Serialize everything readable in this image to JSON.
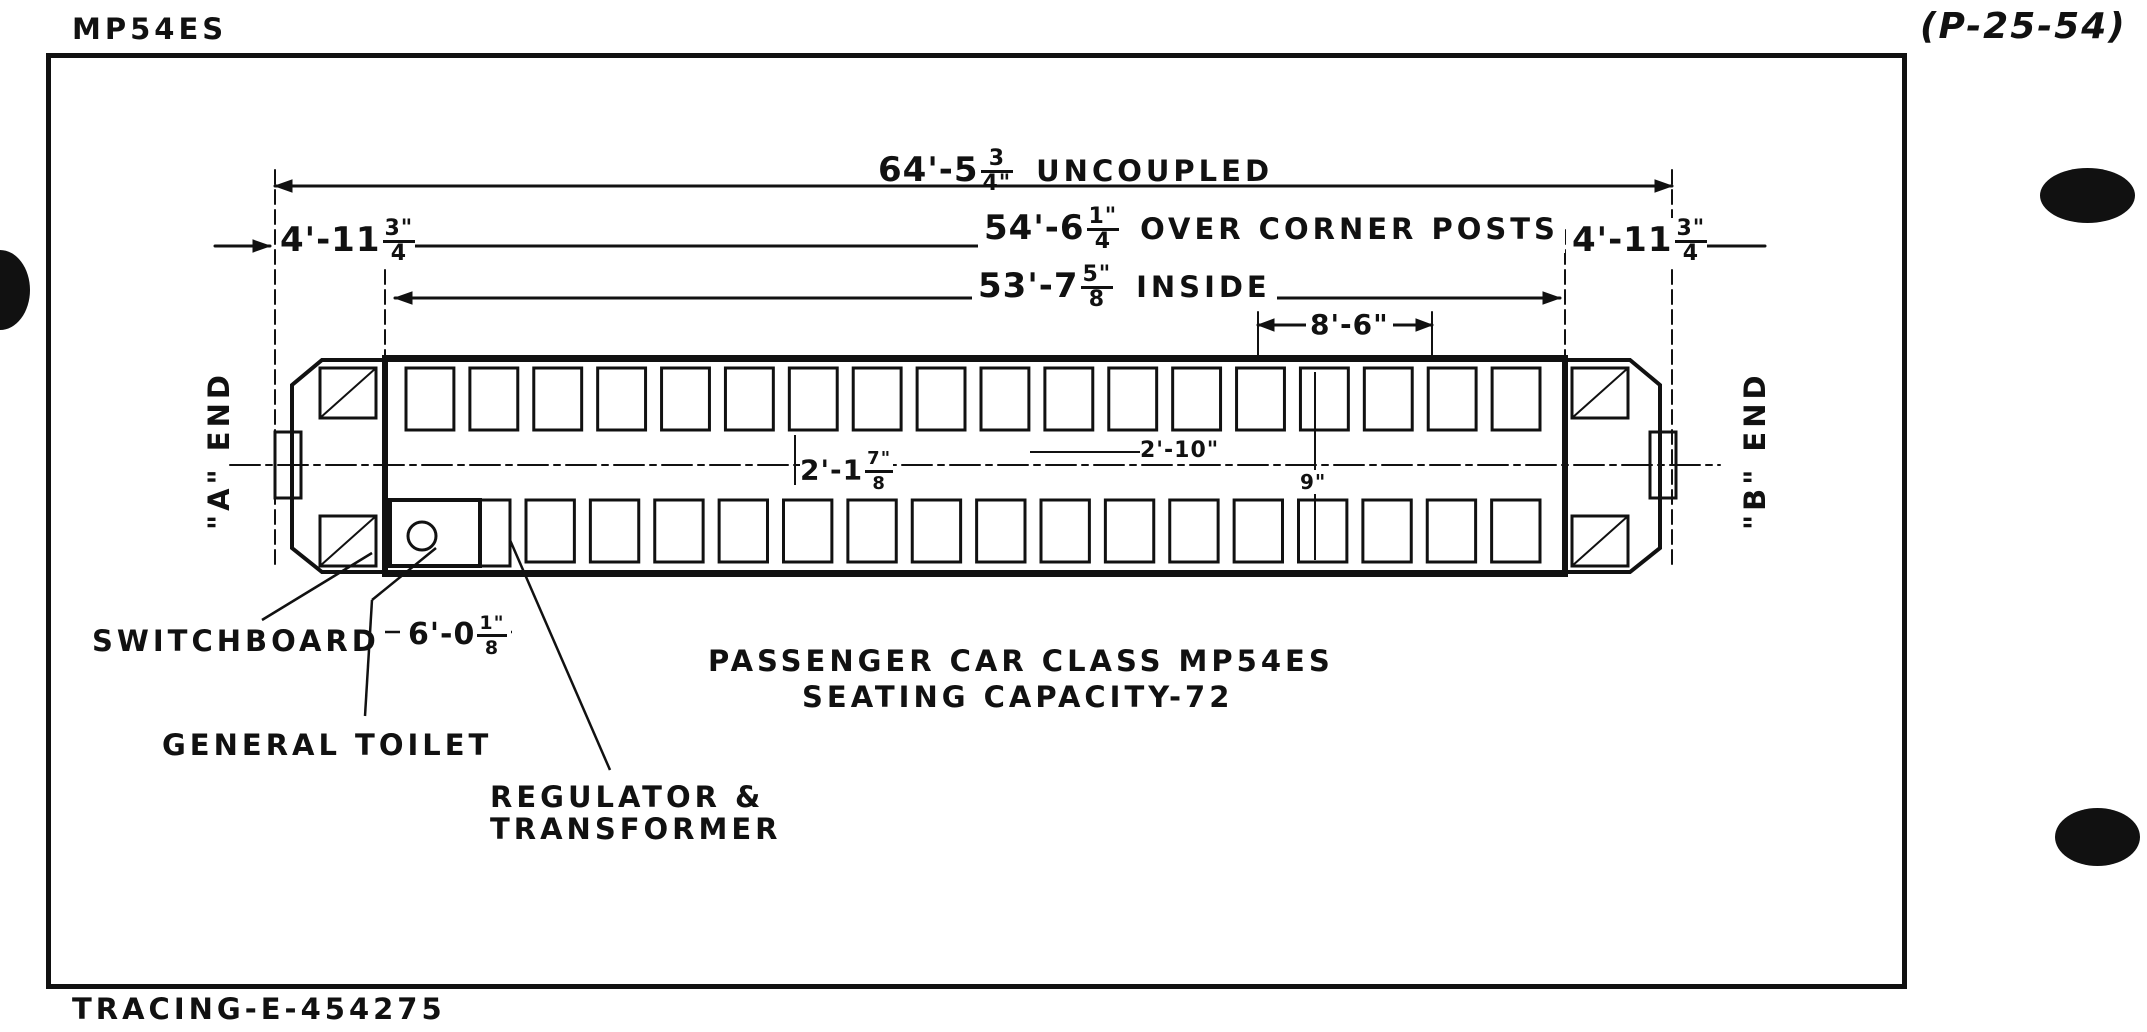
{
  "header": {
    "class_code": "MP54ES",
    "sheet_ref": "(P-25-54)"
  },
  "footer": {
    "tracing": "TRACING-E-454275"
  },
  "dimensions": {
    "uncoupled": {
      "whole": "64'-5",
      "num": "3",
      "den": "4\"",
      "text": "UNCOUPLED"
    },
    "corner_posts": {
      "whole": "54'-6",
      "num": "1\"",
      "den": "4",
      "text": "OVER CORNER POSTS"
    },
    "inside": {
      "whole": "53'-7",
      "num": "5\"",
      "den": "8",
      "text": "INSIDE"
    },
    "end_left": {
      "whole": "4'-11",
      "num": "3\"",
      "den": "4"
    },
    "end_right": {
      "whole": "4'-11",
      "num": "3\"",
      "den": "4"
    },
    "seat_pitch": "8'-6\"",
    "aisle_width": {
      "whole": "2'-1",
      "num": "7\"",
      "den": "8"
    },
    "seat_spacing": "2'-10\"",
    "seat_width": "9\"",
    "toilet_length": {
      "whole": "6'-0",
      "num": "1\"",
      "den": "8"
    }
  },
  "ends": {
    "a_end": "\"A\" END",
    "b_end": "\"B\" END"
  },
  "callouts": {
    "switchboard": "SWITCHBOARD",
    "general_toilet": "GENERAL TOILET",
    "regulator_line1": "REGULATOR &",
    "regulator_line2": "TRANSFORMER"
  },
  "caption": {
    "line1": "PASSENGER CAR CLASS MP54ES",
    "line2": "SEATING CAPACITY-72"
  }
}
